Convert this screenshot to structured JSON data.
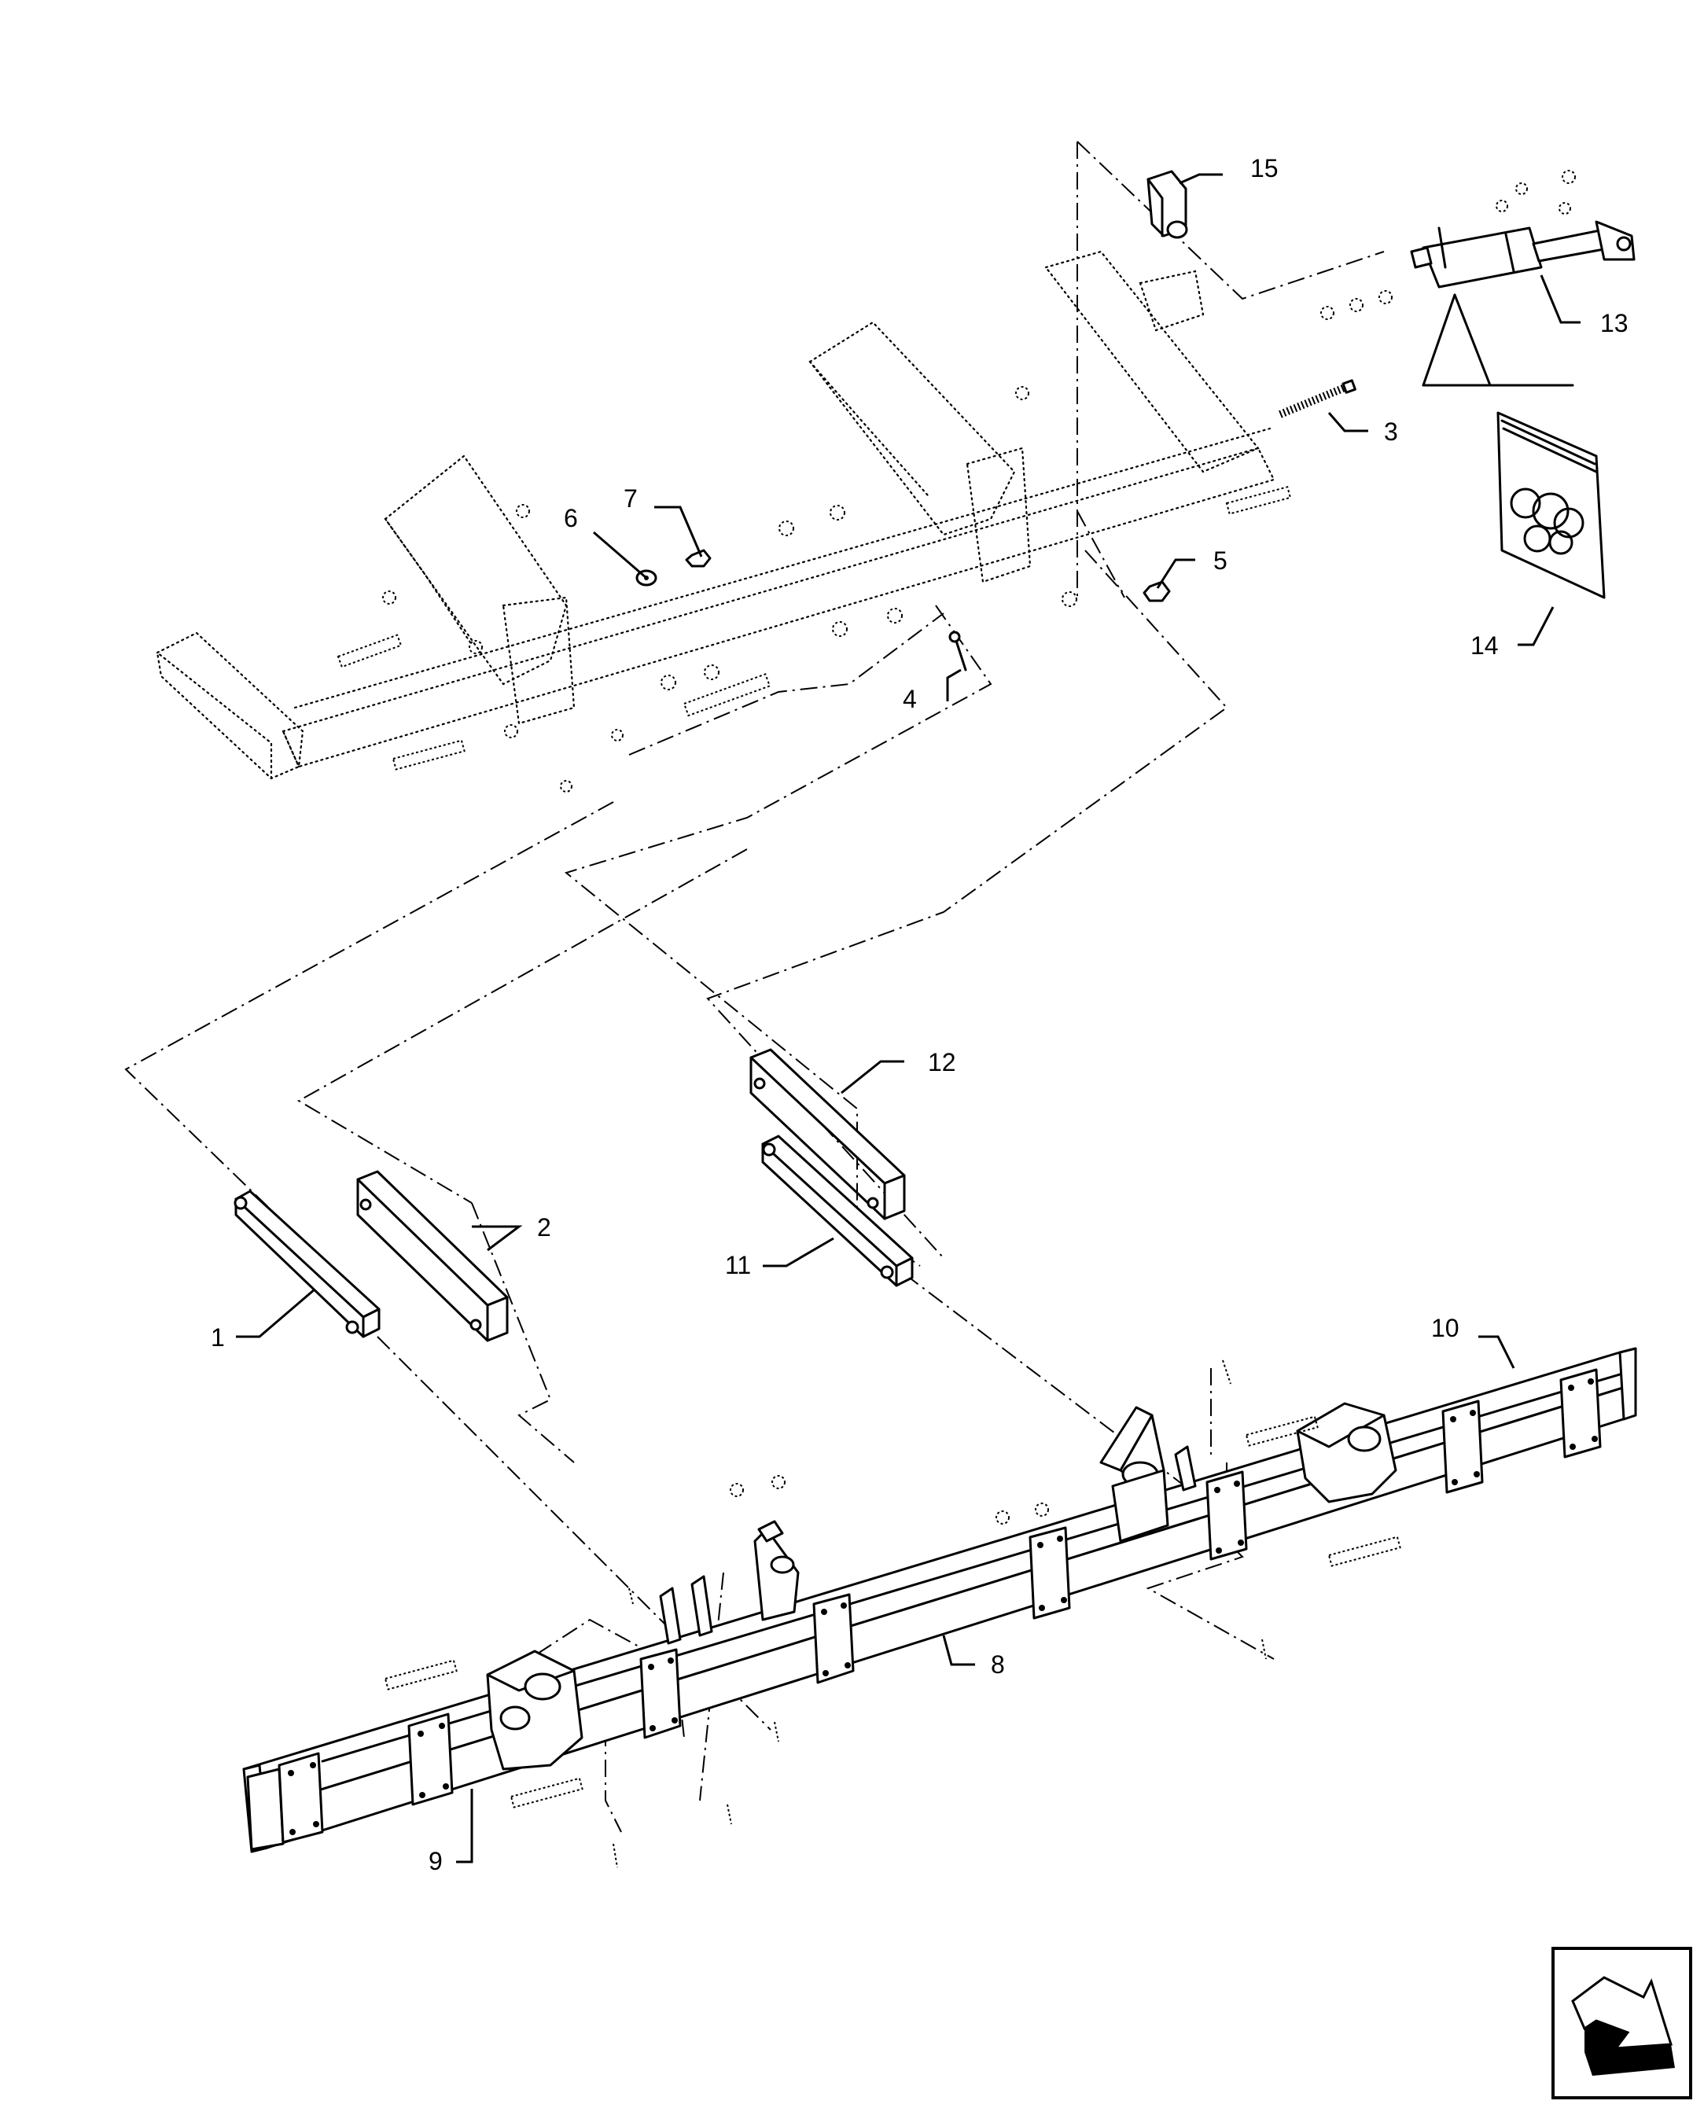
{
  "callouts": [
    {
      "id": "1",
      "label": "1"
    },
    {
      "id": "2",
      "label": "2"
    },
    {
      "id": "3",
      "label": "3"
    },
    {
      "id": "4",
      "label": "4"
    },
    {
      "id": "5",
      "label": "5"
    },
    {
      "id": "6",
      "label": "6"
    },
    {
      "id": "7",
      "label": "7"
    },
    {
      "id": "8",
      "label": "8"
    },
    {
      "id": "9",
      "label": "9"
    },
    {
      "id": "10",
      "label": "10"
    },
    {
      "id": "11",
      "label": "11"
    },
    {
      "id": "12",
      "label": "12"
    },
    {
      "id": "13",
      "label": "13"
    },
    {
      "id": "14",
      "label": "14"
    },
    {
      "id": "15",
      "label": "15"
    }
  ],
  "icons": {
    "navigation": "view-direction-arrow-icon",
    "seal_kit": "seal-kit-bag-icon"
  }
}
